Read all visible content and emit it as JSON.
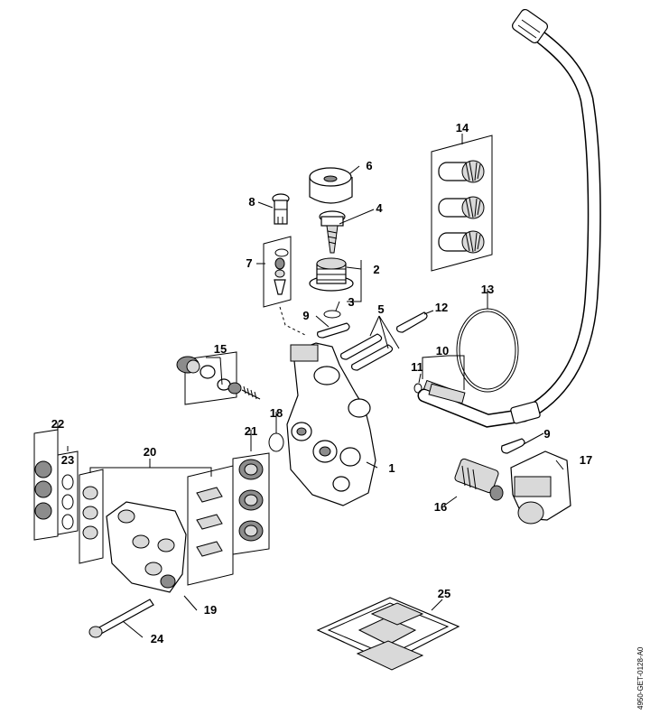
{
  "diagram": {
    "drawing_code": "4950-GET-0128-A0",
    "callouts": [
      {
        "id": "c1",
        "label": "1"
      },
      {
        "id": "c2",
        "label": "2"
      },
      {
        "id": "c3",
        "label": "3"
      },
      {
        "id": "c4",
        "label": "4"
      },
      {
        "id": "c5",
        "label": "5"
      },
      {
        "id": "c6",
        "label": "6"
      },
      {
        "id": "c7",
        "label": "7"
      },
      {
        "id": "c8",
        "label": "8"
      },
      {
        "id": "c9a",
        "label": "9"
      },
      {
        "id": "c9b",
        "label": "9"
      },
      {
        "id": "c10",
        "label": "10"
      },
      {
        "id": "c11",
        "label": "11"
      },
      {
        "id": "c12",
        "label": "12"
      },
      {
        "id": "c13",
        "label": "13"
      },
      {
        "id": "c14",
        "label": "14"
      },
      {
        "id": "c15",
        "label": "15"
      },
      {
        "id": "c16",
        "label": "16"
      },
      {
        "id": "c17",
        "label": "17"
      },
      {
        "id": "c18",
        "label": "18"
      },
      {
        "id": "c19",
        "label": "19"
      },
      {
        "id": "c20",
        "label": "20"
      },
      {
        "id": "c21",
        "label": "21"
      },
      {
        "id": "c22",
        "label": "22"
      },
      {
        "id": "c23",
        "label": "23"
      },
      {
        "id": "c24",
        "label": "24"
      },
      {
        "id": "c25",
        "label": "25"
      }
    ]
  }
}
